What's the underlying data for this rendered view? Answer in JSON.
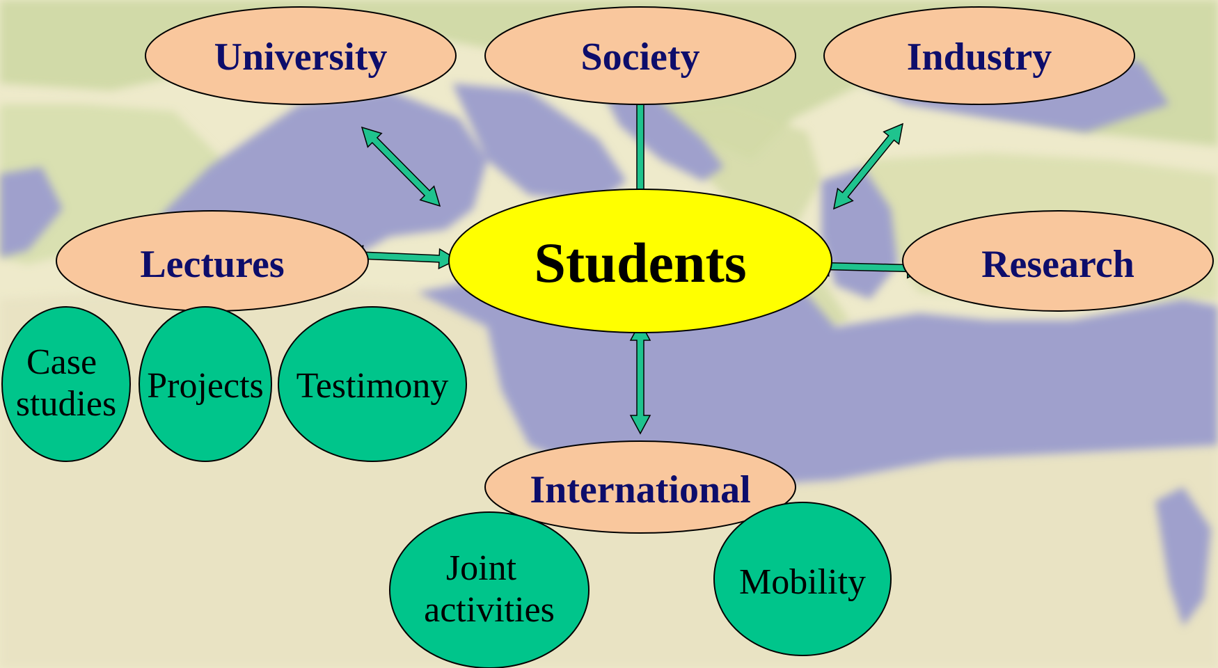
{
  "colors": {
    "sea": "#9fa0cc",
    "land_light": "#f1ecd0",
    "land_green": "#cfd9a3",
    "oval_fill": "#f9c79d",
    "center_fill": "#ffff00",
    "circle_fill": "#00c58b",
    "arrow_fill": "#1fc38e",
    "label_text": "#0d0d6b",
    "center_text": "#000000",
    "circle_text": "#000000"
  },
  "diagram": {
    "center": {
      "label": "Students"
    },
    "top_nodes": [
      {
        "key": "university",
        "label": "University"
      },
      {
        "key": "society",
        "label": "Society"
      },
      {
        "key": "industry",
        "label": "Industry"
      }
    ],
    "side_nodes": [
      {
        "key": "lectures",
        "label": "Lectures"
      },
      {
        "key": "research",
        "label": "Research"
      },
      {
        "key": "international",
        "label": "International"
      }
    ],
    "lecture_items": [
      {
        "key": "case-studies",
        "lines": [
          "Case",
          "studies"
        ]
      },
      {
        "key": "projects",
        "lines": [
          "Projects"
        ]
      },
      {
        "key": "testimony",
        "lines": [
          "Testimony"
        ]
      }
    ],
    "international_items": [
      {
        "key": "joint-activities",
        "lines": [
          "Joint",
          "activities"
        ]
      },
      {
        "key": "mobility",
        "lines": [
          "Mobility"
        ]
      }
    ]
  }
}
